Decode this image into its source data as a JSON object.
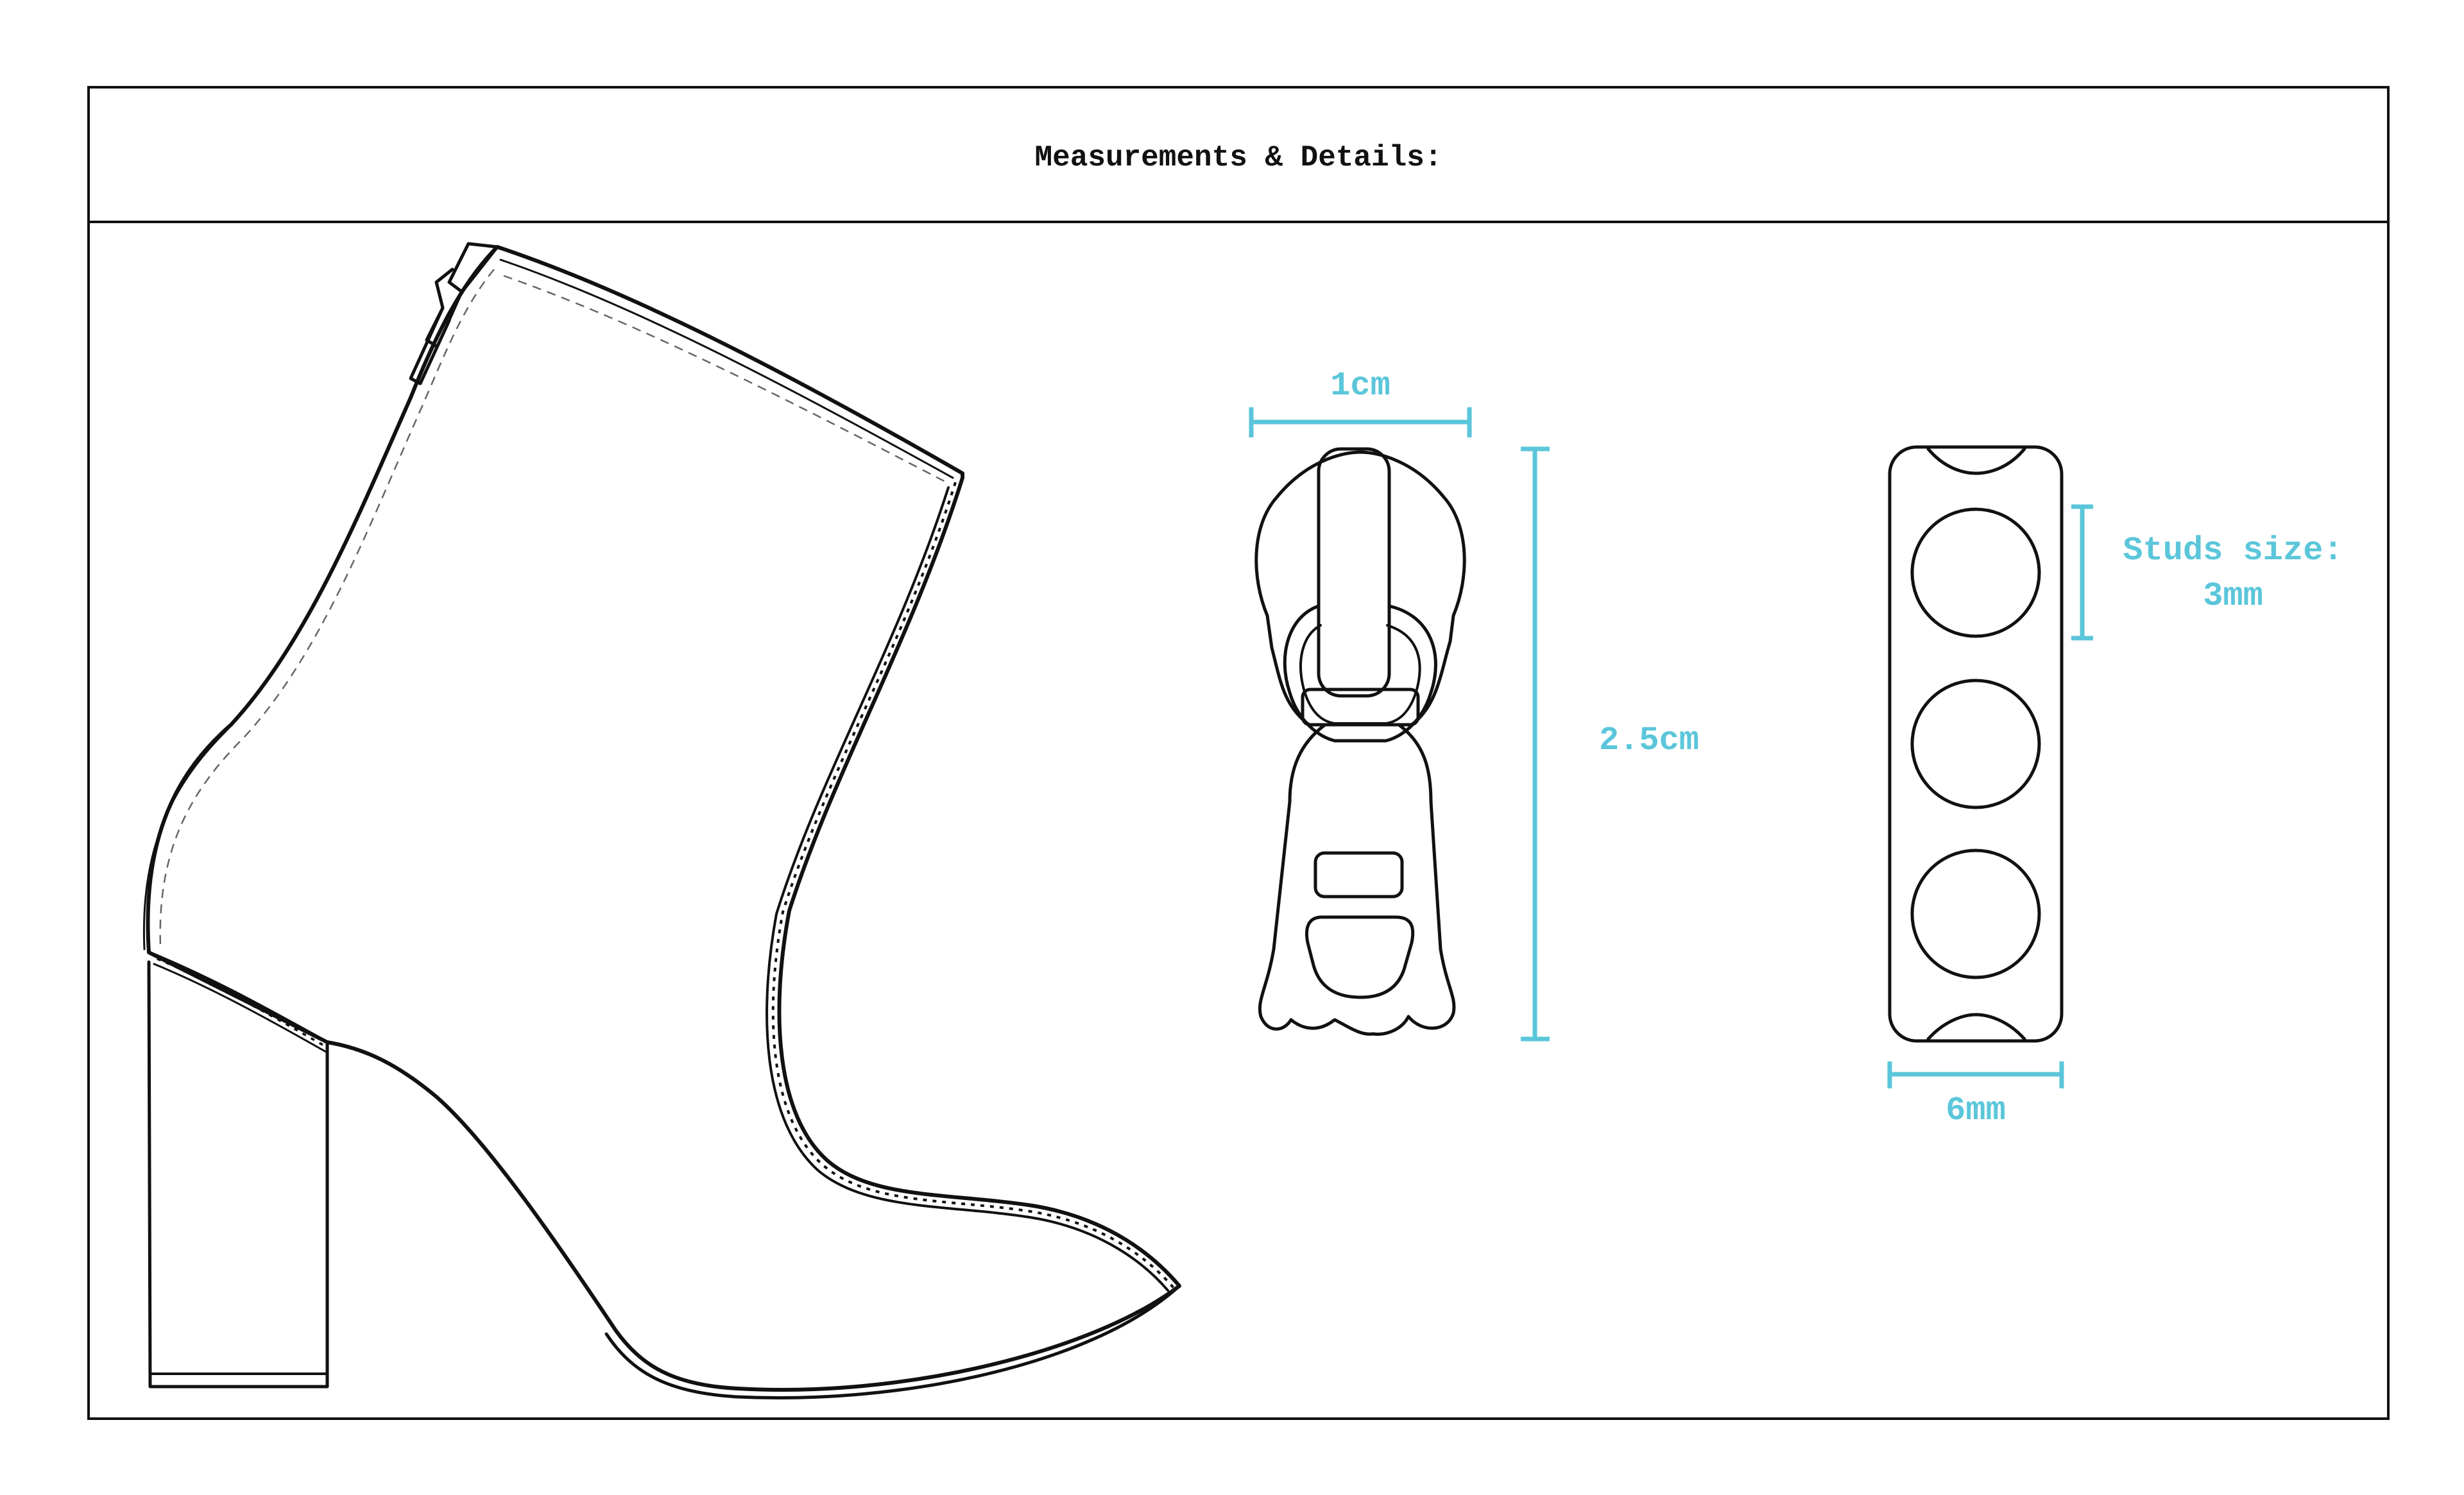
{
  "header": {
    "title": "Measurements & Details:"
  },
  "colors": {
    "ink": "#111111",
    "dimension": "#5bc6da",
    "background": "#ffffff"
  },
  "zipper": {
    "width_label": "1cm",
    "height_label": "2.5cm"
  },
  "studs": {
    "size_label_line1": "Studs size:",
    "size_label_line2": "3mm",
    "strip_width_label": "6mm"
  }
}
